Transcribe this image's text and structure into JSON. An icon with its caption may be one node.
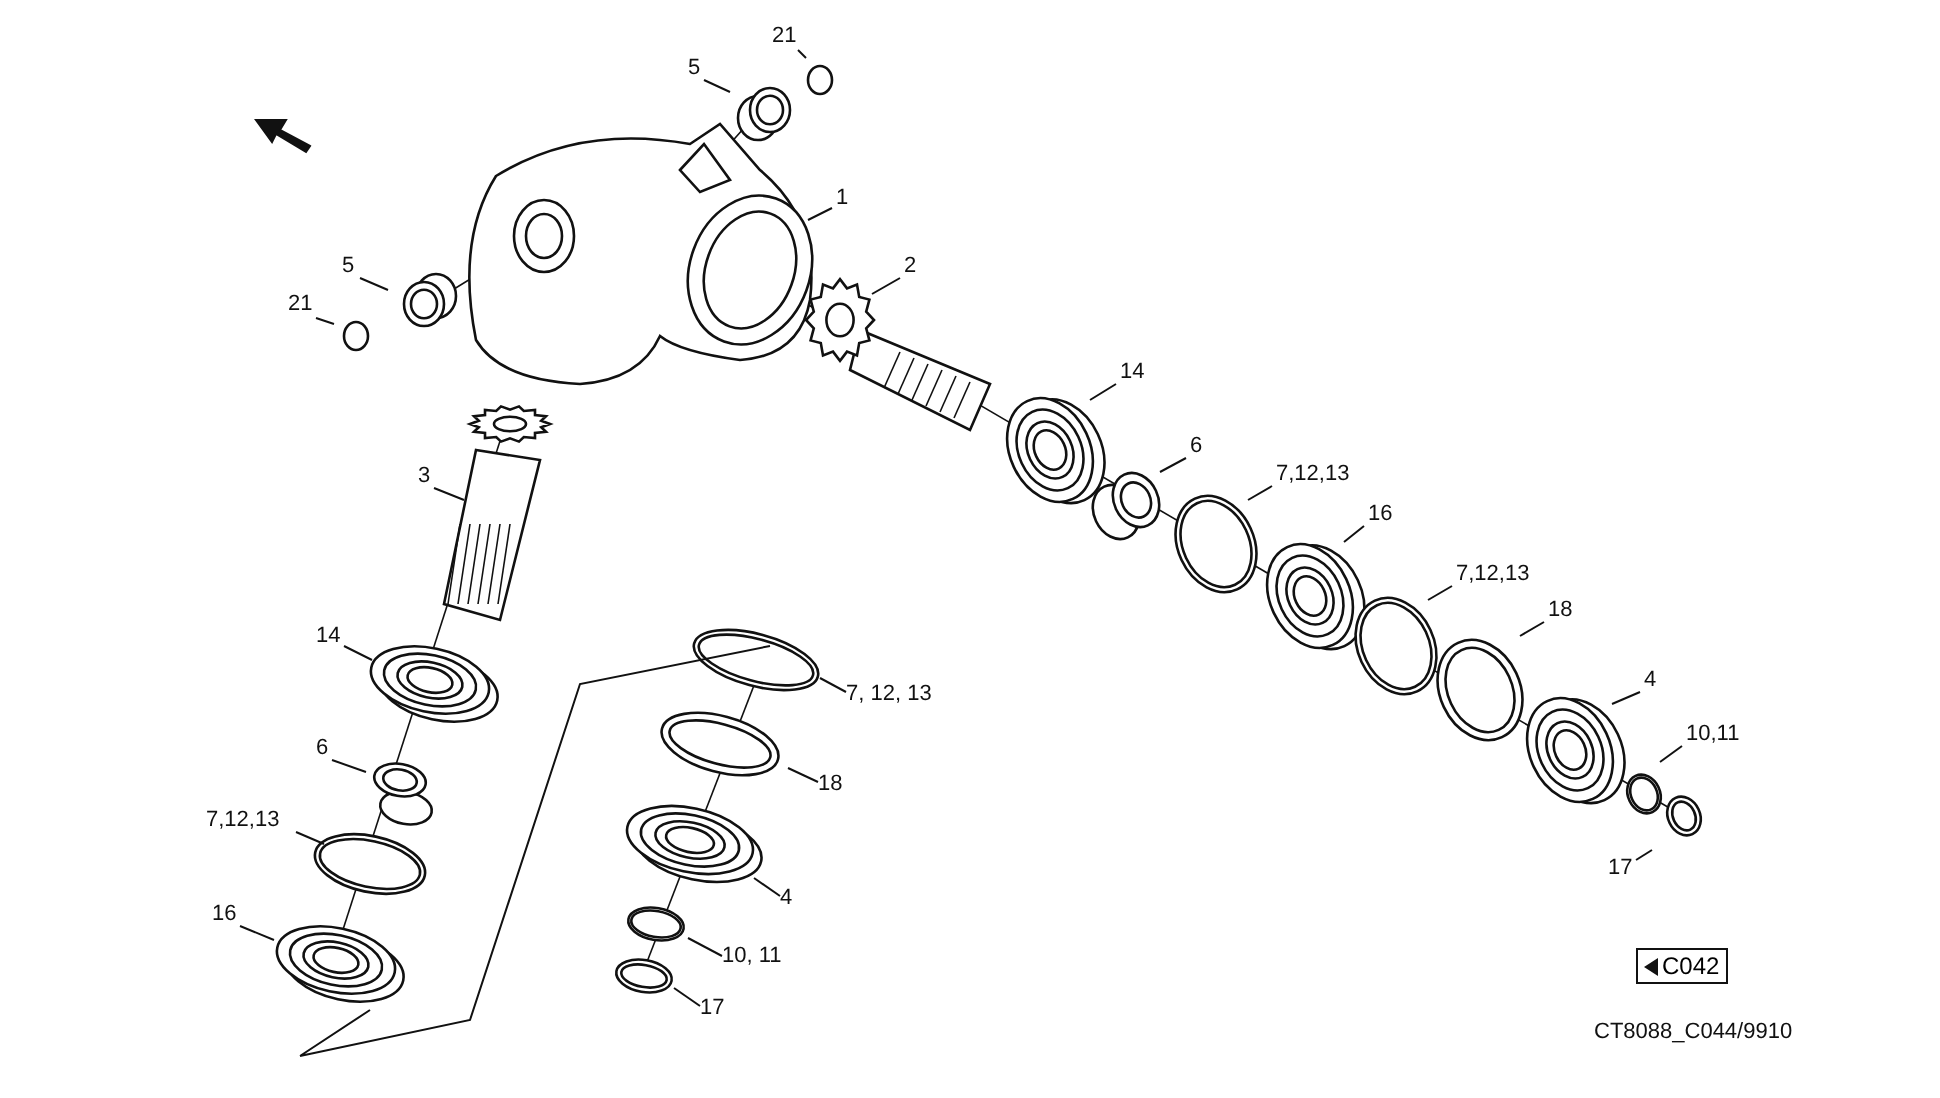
{
  "diagram": {
    "nodes": [
      {
        "text": [
          "21"
        ]
      },
      {
        "text": [
          "5"
        ]
      },
      {
        "text": [
          "1"
        ]
      },
      {
        "text": [
          "5"
        ]
      },
      {
        "text": [
          "21"
        ]
      },
      {
        "text": [
          "2"
        ]
      },
      {
        "text": [
          "3"
        ]
      },
      {
        "text": [
          "14"
        ]
      },
      {
        "text": [
          "6"
        ]
      },
      {
        "text": [
          "7,12,13"
        ]
      },
      {
        "text": [
          "16"
        ]
      },
      {
        "text": [
          "7,12,13"
        ]
      },
      {
        "text": [
          "18"
        ]
      },
      {
        "text": [
          "4"
        ]
      },
      {
        "text": [
          "10,11"
        ]
      },
      {
        "text": [
          "17"
        ]
      },
      {
        "text": [
          "14"
        ]
      },
      {
        "text": [
          "6"
        ]
      },
      {
        "text": [
          "7,12,13"
        ]
      },
      {
        "text": [
          "16"
        ]
      },
      {
        "text": [
          "7, 12, 13"
        ]
      },
      {
        "text": [
          "18"
        ]
      },
      {
        "text": [
          "4"
        ]
      },
      {
        "text": [
          "10, 11"
        ]
      },
      {
        "text": [
          "17"
        ]
      },
      {
        "text": [
          "C042"
        ]
      }
    ],
    "edges": [
      {
        "from": 0,
        "to": null,
        "arrow": "none"
      },
      {
        "from": 1,
        "to": null,
        "arrow": "none"
      },
      {
        "from": 2,
        "to": null,
        "arrow": "none"
      },
      {
        "from": 3,
        "to": null,
        "arrow": "none"
      },
      {
        "from": 4,
        "to": null,
        "arrow": "none"
      },
      {
        "from": 5,
        "to": null,
        "arrow": "none"
      },
      {
        "from": 6,
        "to": null,
        "arrow": "none"
      },
      {
        "from": 7,
        "to": null,
        "arrow": "none"
      },
      {
        "from": 8,
        "to": null,
        "arrow": "none"
      },
      {
        "from": 9,
        "to": null,
        "arrow": "none"
      },
      {
        "from": 10,
        "to": null,
        "arrow": "none"
      },
      {
        "from": 11,
        "to": null,
        "arrow": "none"
      },
      {
        "from": 12,
        "to": null,
        "arrow": "none"
      },
      {
        "from": 13,
        "to": null,
        "arrow": "none"
      },
      {
        "from": 14,
        "to": null,
        "arrow": "none"
      },
      {
        "from": 15,
        "to": null,
        "arrow": "none"
      },
      {
        "from": 16,
        "to": null,
        "arrow": "none"
      },
      {
        "from": 17,
        "to": null,
        "arrow": "none"
      },
      {
        "from": 18,
        "to": null,
        "arrow": "none"
      },
      {
        "from": 19,
        "to": null,
        "arrow": "none"
      },
      {
        "from": 20,
        "to": null,
        "arrow": "none"
      },
      {
        "from": 21,
        "to": null,
        "arrow": "none"
      },
      {
        "from": 22,
        "to": null,
        "arrow": "none"
      },
      {
        "from": 23,
        "to": null,
        "arrow": "none"
      },
      {
        "from": 24,
        "to": null,
        "arrow": "none"
      }
    ],
    "labels": [
      "CT8088_C044/9910"
    ]
  }
}
